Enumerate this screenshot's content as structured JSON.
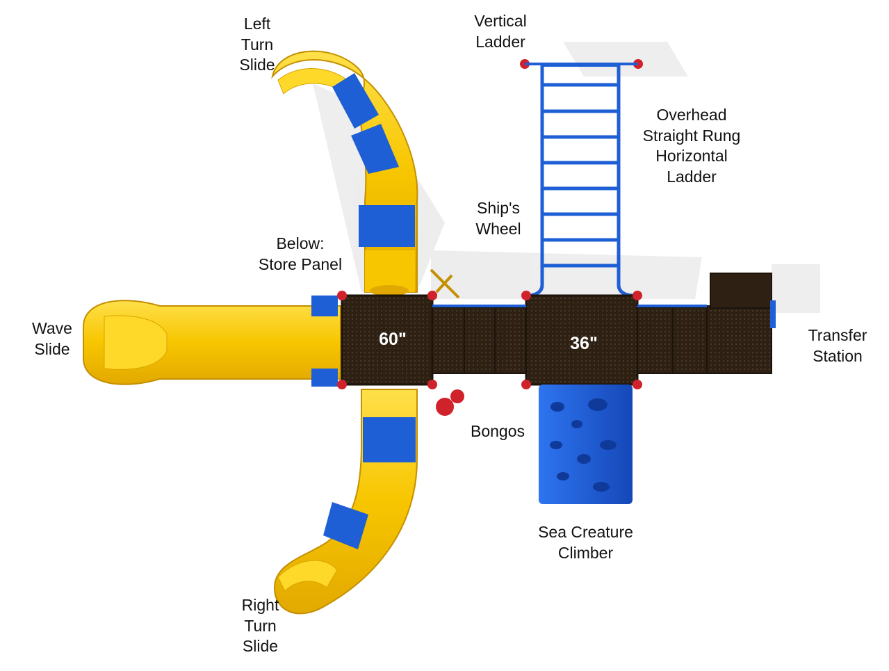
{
  "labels": {
    "left_turn_slide": "Left\nTurn\nSlide",
    "vertical_ladder": "Vertical\nLadder",
    "overhead_ladder": "Overhead\nStraight Rung\nHorizontal\nLadder",
    "ships_wheel": "Ship's\nWheel",
    "store_panel": "Below:\nStore Panel",
    "wave_slide": "Wave\nSlide",
    "transfer_station": "Transfer\nStation",
    "bongos": "Bongos",
    "sea_creature_climber": "Sea Creature\nClimber",
    "right_turn_slide": "Right\nTurn\nSlide"
  },
  "decks": {
    "deck_60": "60\"",
    "deck_36": "36\""
  },
  "colors": {
    "yellow": "#f7c600",
    "yellow_dark": "#e0a800",
    "blue": "#1f5fd6",
    "blue_dark": "#1747a8",
    "deck": "#2e2114",
    "deck_edge": "#1c140b",
    "red": "#d0222b",
    "shadow": "#e4e4e4"
  }
}
